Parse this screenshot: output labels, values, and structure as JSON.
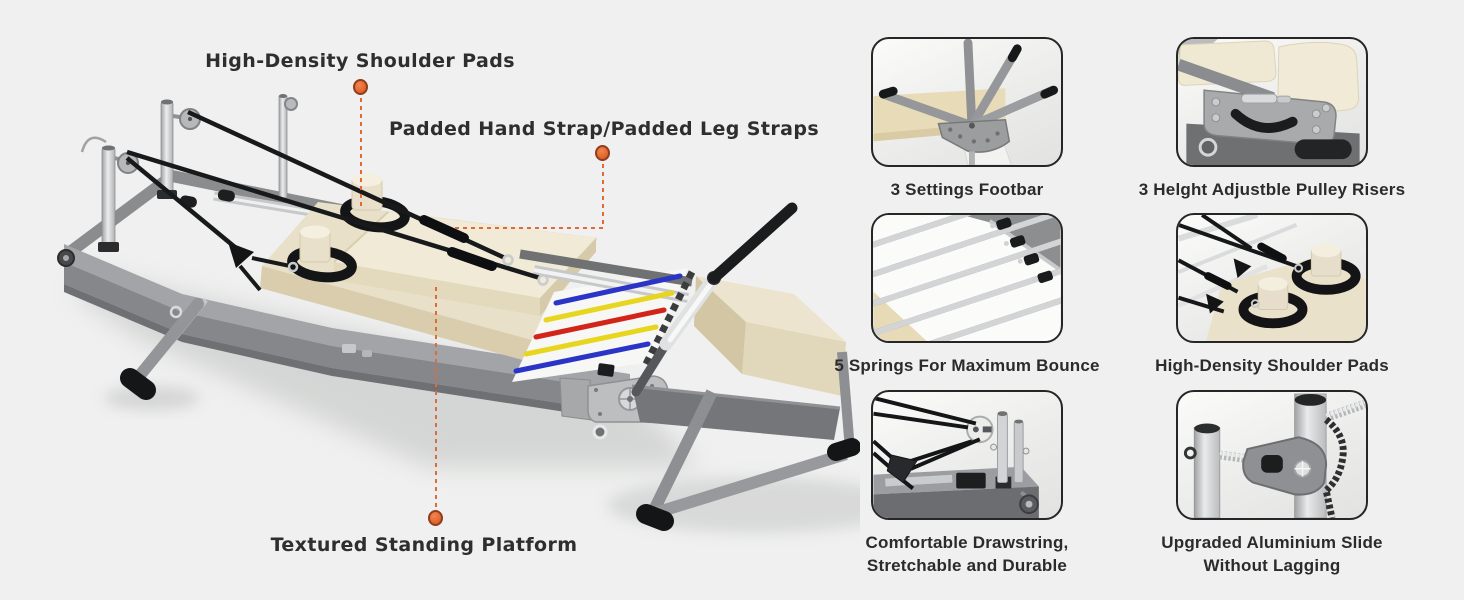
{
  "page": {
    "background": "#eff0ef",
    "accent_color": "#e06a38"
  },
  "hero": {
    "image": "pilates-reformer-product-render",
    "callouts": [
      {
        "label": "High-Density Shoulder Pads"
      },
      {
        "label": "Padded Hand Strap/Padded Leg Straps"
      },
      {
        "label": "Textured Standing Platform"
      }
    ],
    "spring_colors": [
      "#2a35c8",
      "#e8d51f",
      "#d32419",
      "#e8d51f",
      "#2a35c8"
    ],
    "frame_color": "#8f9193",
    "upholstery_color": "#ece4ce"
  },
  "features": [
    {
      "caption": "3 Settings Footbar",
      "image": "footbar-three-settings-photo"
    },
    {
      "caption": "3 Helght Adjustble Pulley Risers",
      "image": "pulley-risers-photo"
    },
    {
      "caption": "5 Springs For Maximum Bounce",
      "image": "five-springs-photo"
    },
    {
      "caption": "High-Density Shoulder Pads",
      "image": "shoulder-pads-photo"
    },
    {
      "caption": "Comfortable Drawstring, Stretchable and Durable",
      "image": "drawstring-photo"
    },
    {
      "caption": "Upgraded Aluminium Slide Without Lagging",
      "image": "aluminium-slide-pulley-photo"
    }
  ]
}
